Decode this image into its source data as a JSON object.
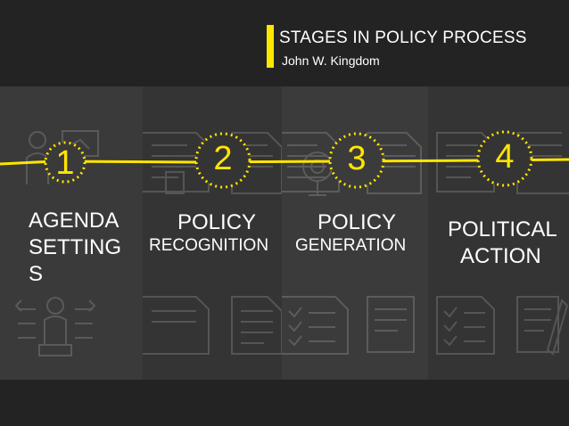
{
  "header": {
    "title": "STAGES IN POLICY PROCESS",
    "subtitle": "John W. Kingdom"
  },
  "colors": {
    "accent": "#ffe600",
    "background": "#232323",
    "panel_light": "#3a3a3a",
    "panel_dark": "#343434",
    "text": "#ffffff"
  },
  "stages": [
    {
      "number": "1",
      "label_line1": "AGENDA",
      "label_line2": "SETTING",
      "label_line3": "S",
      "icon": "presenter-icon"
    },
    {
      "number": "2",
      "label_line1": "POLICY",
      "label_line2": "RECOGNITION",
      "icon": "document-icon"
    },
    {
      "number": "3",
      "label_line1": "POLICY",
      "label_line2": "GENERATION",
      "icon": "target-document-icon"
    },
    {
      "number": "4",
      "label_line1": "POLITICAL",
      "label_line2": "ACTION",
      "icon": "checklist-icon"
    }
  ]
}
